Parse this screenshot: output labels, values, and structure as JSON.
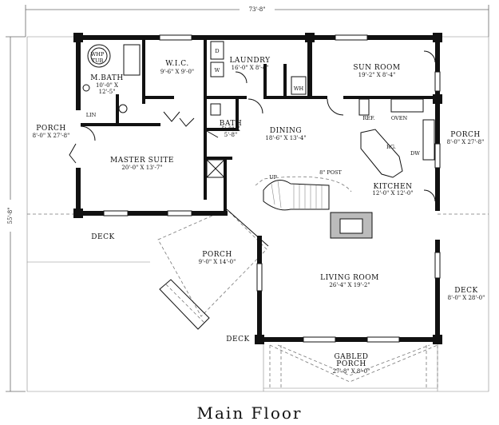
{
  "caption": "Main Floor",
  "dimensions": {
    "width": "73'-8\"",
    "depth": "55'-8\""
  },
  "rooms": {
    "whp_tub": {
      "line1": "WHP",
      "line2": "TUB"
    },
    "master_bath": {
      "name": "M.BATH",
      "size1": "10'-0\" X",
      "size2": "12'-5\""
    },
    "wic": {
      "name": "W.I.C.",
      "size": "9'-6\" X 9'-0\""
    },
    "laundry": {
      "name": "LAUNDRY",
      "size": "16'-0\" X 8'-4\""
    },
    "sun_room": {
      "name": "SUN ROOM",
      "size": "19'-2\" X 8'-4\""
    },
    "porch_left": {
      "name": "PORCH",
      "size": "8'-0\" X 27'-8\""
    },
    "linen": {
      "name": "LIN"
    },
    "bath": {
      "name": "BATH",
      "size1": "5'-0\" X",
      "size2": "5'-8\""
    },
    "dining": {
      "name": "DINING",
      "size": "18'-6\" X 13'-4\""
    },
    "porch_right": {
      "name": "PORCH",
      "size": "8'-0\" X 27'-8\""
    },
    "master_suite": {
      "name": "MASTER SUITE",
      "size": "20'-0\" X 13'-7\""
    },
    "kitchen": {
      "name": "KITCHEN",
      "size": "12'-0\" X 12'-0\""
    },
    "deck_left": {
      "name": "DECK"
    },
    "porch_center": {
      "name": "PORCH",
      "size": "9'-0\" X 14'-0\""
    },
    "living_room": {
      "name": "LIVING ROOM",
      "size": "26'-4\" X 19'-2\""
    },
    "deck_right": {
      "name": "DECK",
      "size": "8'-0\" X 28'-0\""
    },
    "deck_bottom": {
      "name": "DECK"
    },
    "gabled_porch": {
      "name1": "GABLED",
      "name2": "PORCH",
      "size": "27'-8\" X 8'-0\""
    }
  },
  "fixtures": {
    "dryer": "D",
    "washer": "W",
    "water_heater": "WH",
    "ref": "REF.",
    "oven": "OVEN",
    "range": "RG.",
    "dishwasher": "DW",
    "stair_up": "UP",
    "post": "8\" POST"
  }
}
